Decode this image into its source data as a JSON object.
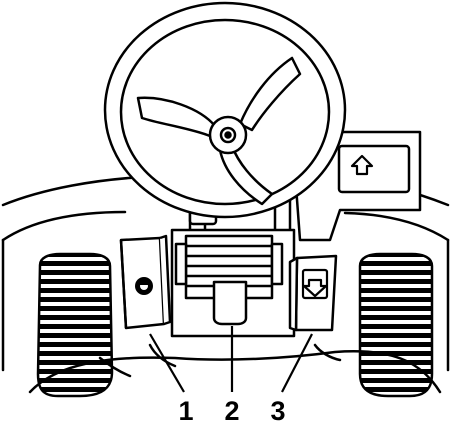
{
  "diagram": {
    "callouts": [
      {
        "id": "1",
        "label": "1"
      },
      {
        "id": "2",
        "label": "2"
      },
      {
        "id": "3",
        "label": "3"
      }
    ],
    "colors": {
      "line": "#000000",
      "fill": "#ffffff",
      "tread": "#000000"
    },
    "icons": [
      "steering-wheel-icon",
      "park-brake-icon",
      "up-arrow-icon",
      "down-arrow-icon"
    ]
  }
}
